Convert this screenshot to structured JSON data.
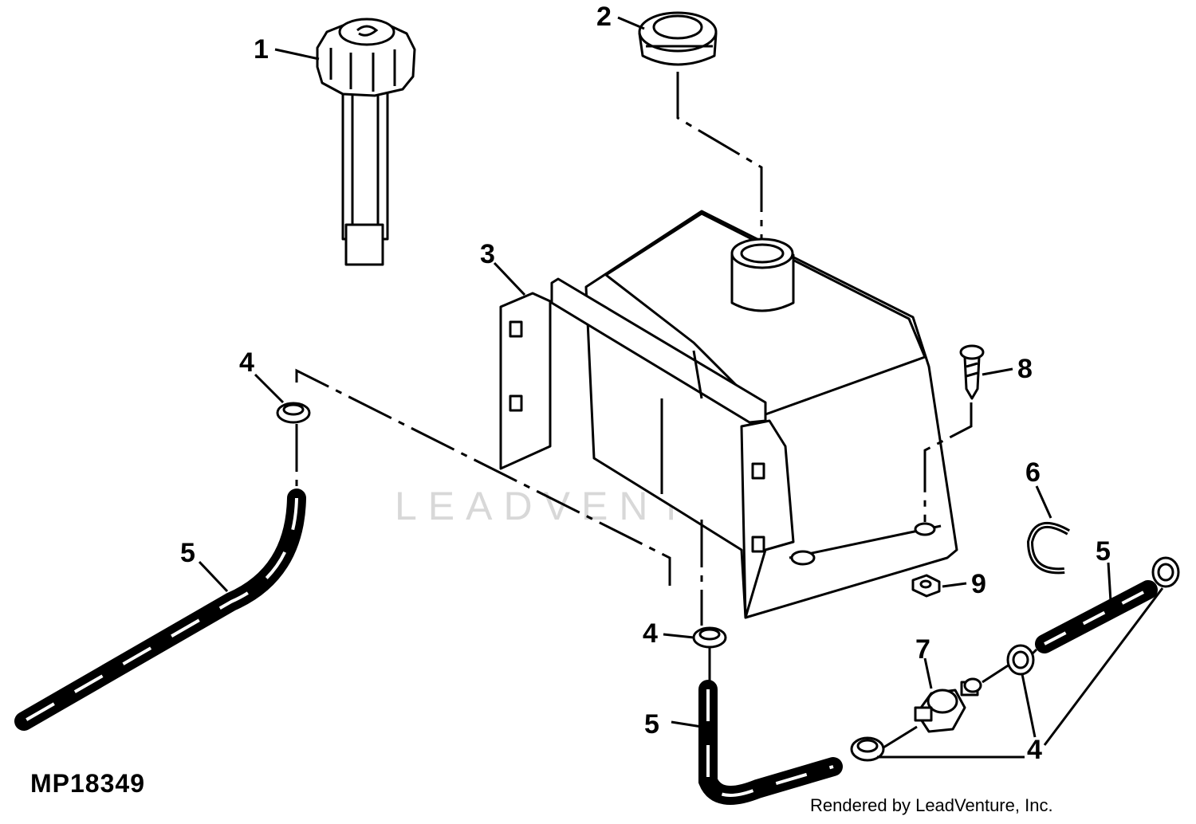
{
  "diagram": {
    "code": "MP18349",
    "credit": "Rendered by LeadVenture, Inc.",
    "watermark": "LEADVENTURE",
    "callouts": {
      "c1": "1",
      "c2": "2",
      "c3": "3",
      "c4a": "4",
      "c4b": "4",
      "c4c": "4",
      "c5a": "5",
      "c5b": "5",
      "c5c": "5",
      "c6": "6",
      "c7": "7",
      "c8": "8",
      "c9": "9"
    }
  }
}
